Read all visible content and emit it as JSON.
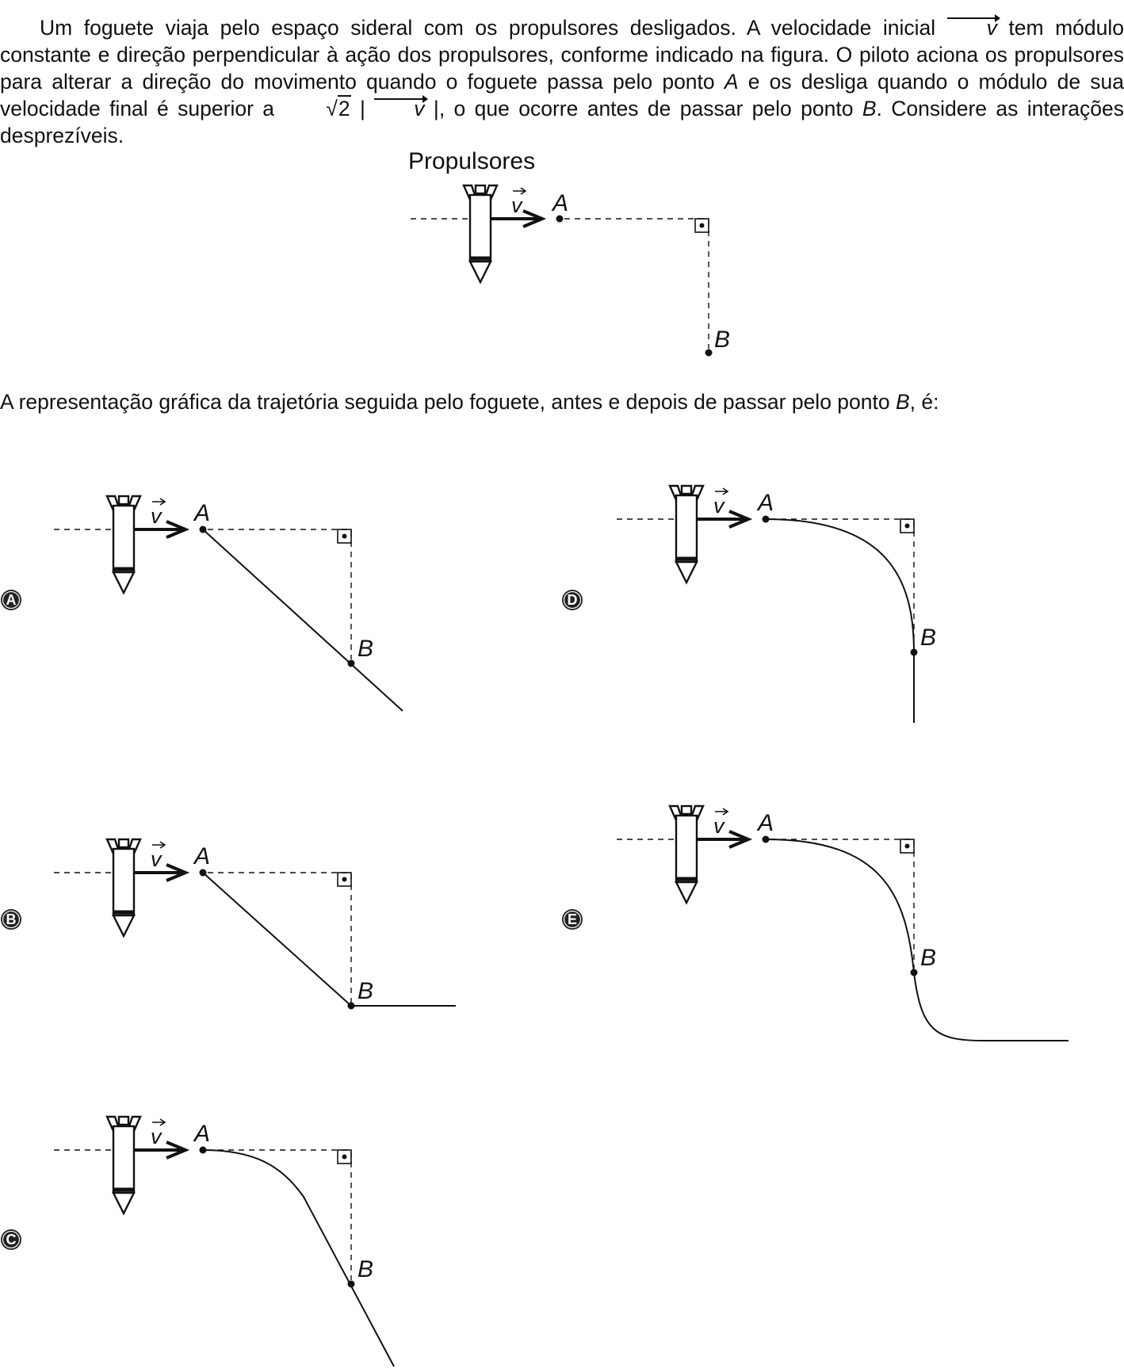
{
  "intro": {
    "t1": "Um foguete viaja pelo espaço sideral com os propulsores desligados. A velocidade inicial ",
    "v": "v",
    "t2": " tem módulo constante e direção perpendicular à ação dos propulsores, conforme indicado na figura. O piloto aciona os propulsores para alterar a direção do movimento quando o foguete passa pelo ponto ",
    "A": "A",
    "t3": " e os desliga quando o módulo de sua velocidade final é superior a ",
    "sqrt_symbol": "√",
    "sqrt_arg": "2",
    "abs_open": " | ",
    "abs_close": " |",
    "t4": ", o que ocorre antes de passar pelo ponto ",
    "B": "B",
    "t5": ". Considere as interações desprezíveis."
  },
  "figure": {
    "propulsores_label": "Propulsores",
    "v_label": "v",
    "point_a": "A",
    "point_b": "B"
  },
  "prompt": {
    "t1": "A representação gráfica da trajetória seguida pelo foguete, antes e depois de passar pelo ponto ",
    "B": "B",
    "t2": ", é:"
  },
  "options": [
    {
      "letter": "A",
      "trajectory": "straight line A→B, continuing straight after B"
    },
    {
      "letter": "B",
      "trajectory": "straight line A→B, then horizontal after B"
    },
    {
      "letter": "C",
      "trajectory": "curve from A, then straight line through B"
    },
    {
      "letter": "D",
      "trajectory": "curve from A, vertical straight line after B"
    },
    {
      "letter": "E",
      "trajectory": "curve from A, then curving back to horizontal after B"
    }
  ],
  "colors": {
    "ink": "#111111",
    "background": "#ffffff"
  }
}
